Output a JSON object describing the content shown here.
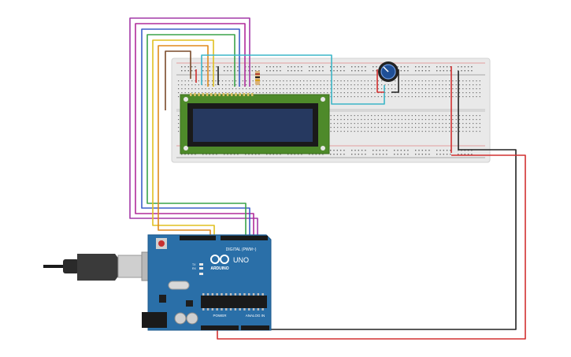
{
  "colors": {
    "background": "#ffffff",
    "breadboard": "#e9e9e9",
    "breadboard_hole": "#6a6a6a",
    "rail_red": "#cc2222",
    "rail_black": "#222222",
    "arduino_board": "#2a6fa8",
    "arduino_edge": "#1e5a8c",
    "lcd_pcb": "#4e8a2a",
    "lcd_screen": "#263960",
    "pot_knob": "#1f4f96",
    "wire_purple": "#a43aa8",
    "wire_magenta": "#b02b9a",
    "wire_blue": "#3b5fc9",
    "wire_green": "#3aa34a",
    "wire_yellow": "#e0c020",
    "wire_orange": "#e08a1c",
    "wire_brown": "#7a4a2a",
    "wire_cyan": "#3cb6c8",
    "wire_red": "#d23030",
    "wire_black": "#222222"
  },
  "arduino": {
    "logo_text": "ARDUINO",
    "model_text": "UNO",
    "digital_header_label": "DIGITAL (PWM~)",
    "power_label": "POWER",
    "analog_label": "ANALOG IN",
    "tx_label": "TX",
    "rx_label": "RX"
  },
  "icons": {
    "usb_cable": "usb-cable-icon",
    "infinity_logo": "arduino-infinity-icon"
  }
}
